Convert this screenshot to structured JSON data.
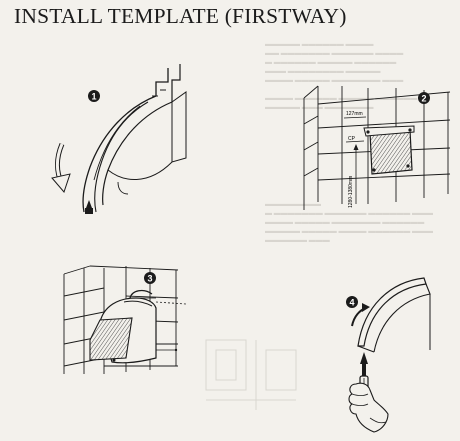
{
  "page": {
    "title": "INSTALL TEMPLATE  (FIRSTWAY)"
  },
  "steps": [
    {
      "number": "1",
      "description": "template on dryer"
    },
    {
      "number": "2",
      "description": "template on wall",
      "dim_width": "127mm",
      "dim_center": "CP",
      "dim_height": "1280-1380mm"
    },
    {
      "number": "3",
      "description": "mount dryer on wall"
    },
    {
      "number": "4",
      "description": "secure with screwdriver"
    }
  ],
  "colors": {
    "ink": "#1b1b1b",
    "paper": "#f3f1ec",
    "hatch": "#555555",
    "ghost": "#b9b5ad"
  }
}
